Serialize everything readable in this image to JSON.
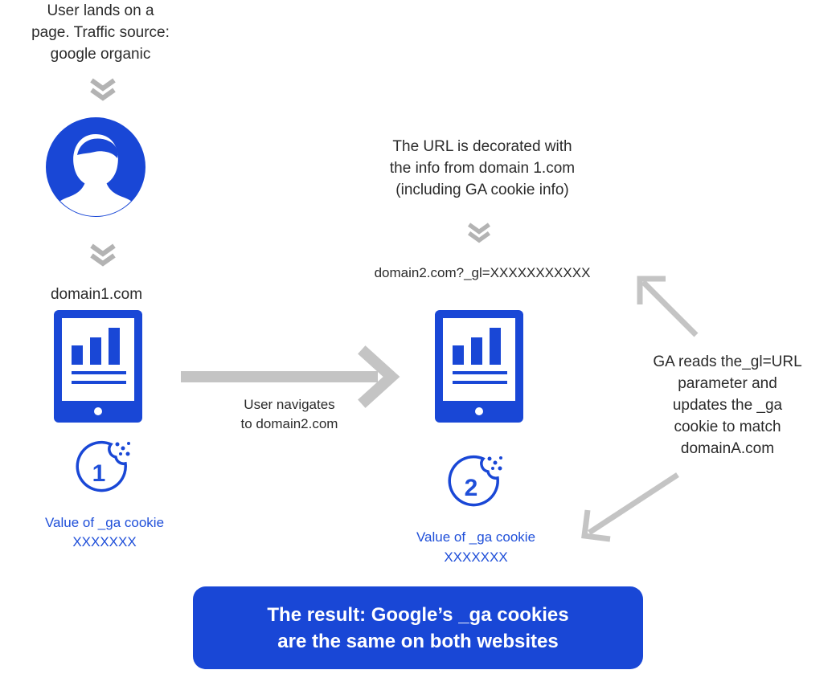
{
  "steps": {
    "landing_line1": "User lands on a",
    "landing_line2": "page. Traffic source:",
    "landing_line3": "google organic",
    "domain1_label": "domain1.com",
    "navigate_line1": "User navigates",
    "navigate_line2": "to domain2.com",
    "decorate_line1": "The URL is decorated with",
    "decorate_line2": "the info from domain 1.com",
    "decorate_line3": "(including GA cookie info)",
    "domain2_url": "domain2.com?_gl=XXXXXXXXXXX",
    "ga_line1": "GA reads the_gl=URL",
    "ga_line2": "parameter and",
    "ga_line3": "updates the _ga",
    "ga_line4": "cookie to match",
    "ga_line5": "domainA.com"
  },
  "cookies": {
    "one_number": "1",
    "one_label": "Value of _ga cookie",
    "one_value": "XXXXXXX",
    "two_number": "2",
    "two_label": "Value of _ga cookie",
    "two_value": "XXXXXXX"
  },
  "result": {
    "line1": "The result: Google’s _ga cookies",
    "line2": "are the same on both websites"
  },
  "icons": [
    "chevron-down-double-icon",
    "user-avatar-icon",
    "tablet-chart-icon",
    "cookie-icon",
    "arrow-right-icon",
    "arrow-up-left-icon",
    "arrow-down-left-icon"
  ],
  "colors": {
    "accent_blue": "#1947d6",
    "chevron_gray": "#b3b3b3",
    "arrow_gray": "#c4c4c4",
    "text_dark": "#2b2b2b"
  }
}
